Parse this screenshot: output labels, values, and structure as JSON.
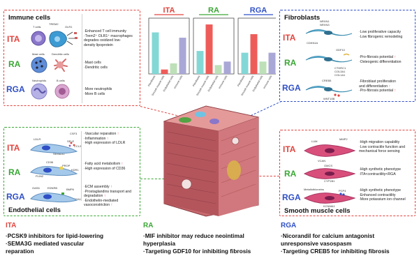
{
  "chart": {
    "groups": [
      {
        "label": "ITA",
        "color": "#e0453f"
      },
      {
        "label": "RA",
        "color": "#3aa635"
      },
      {
        "label": "RGA",
        "color": "#2f4fc6"
      }
    ],
    "categories": [
      "Fibroblasts",
      "Smooth muscle cells",
      "Endothelial cells",
      "Immune cells"
    ],
    "colors": [
      "#83d8d6",
      "#ee5c59",
      "#bde0b8",
      "#a9a7d6"
    ],
    "values": [
      [
        47,
        5,
        12,
        41
      ],
      [
        26,
        56,
        10,
        14
      ],
      [
        24,
        45,
        14,
        24
      ]
    ],
    "ymax": 60
  },
  "immune": {
    "title": "Immune cells",
    "cells_top": [
      "T cells",
      "TREM2",
      "OLR1"
    ],
    "cells_mid": [
      "Mast cells",
      "Dendritic cells"
    ],
    "cells_bottom": [
      "Neutrophils",
      "B cells"
    ],
    "ita": [
      "·Enhanced T cell immunity",
      "·Trem2⁺ OLR1⁺ macrophages",
      " degrades oxidized low-",
      " density lipoprotein"
    ],
    "ra": [
      "·Mast cells",
      "·Dendritic cells"
    ],
    "rga": [
      "·More neutrophils",
      "·More B cells"
    ]
  },
  "fibro": {
    "title": "Fibroblasts",
    "genes_ita": [
      "NRXN1",
      "NRXN3",
      "CDKN1A"
    ],
    "genes_ra": [
      "GDF10",
      "CTHRC1",
      "COL3A1",
      "COL1A1"
    ],
    "genes_rga": [
      "CREB5",
      "WNT10B"
    ],
    "ita": [
      "·Low proliferative capacity",
      "·Low fibrogenic remodeling"
    ],
    "ra": [
      "·Pro-fibrosis potential",
      "·Osteogenic differentiation"
    ],
    "rga": [
      "·Fibroblast proliferation",
      " and differentiation",
      "·Pro-fibrosis potential"
    ]
  },
  "endo": {
    "title": "Endothelial cells",
    "genes_ita": [
      "LDLR",
      "CSF3",
      "SELE",
      "CCL2",
      "SEMA3G"
    ],
    "genes_ra": [
      "CD36",
      "PROP",
      "PLIN2",
      "KDR1"
    ],
    "genes_rga": [
      "GAS6",
      "EDNRB",
      "BMP6",
      "SLCO2A1"
    ],
    "ita": [
      "·Vascular reparation",
      "·Inflammation",
      "·High expression of LDLR"
    ],
    "ra": [
      "·Fatty acid metabolism",
      "·High expression of CD36"
    ],
    "rga": [
      "·ECM assembly",
      "·Prostaglandins transport and",
      " degradation",
      "·Endothelin-mediated",
      " vasoconstriction"
    ]
  },
  "smc": {
    "title": "Smooth muscle cells",
    "genes_ita": [
      "LUM",
      "MMP2",
      "VCAN"
    ],
    "genes_ra": [
      "GMCS",
      "CYP1B1"
    ],
    "genes_rga": [
      "Metallothioneins",
      "PCP4",
      "KCNMA1"
    ],
    "ita": [
      "·High migration capability",
      "·Low contractile function and",
      " mechanical force sensing"
    ],
    "ra": [
      "·High synthetic phenotype",
      "·ITA<contractility<RGA"
    ],
    "rga": [
      "·High synthetic phenotype",
      "·Enhanced contractility",
      "·More potassium ion channel"
    ]
  },
  "bottom": {
    "ita": {
      "hdr": "ITA",
      "items": [
        "·PCSK9 inhibitors for lipid-lowering",
        "·SEMA3G mediated vascular",
        " reparation"
      ]
    },
    "ra": {
      "hdr": "RA",
      "items": [
        "·MIF inhibitor may reduce neointimal",
        " hyperplasia",
        "·Targeting GDF10 for inhibiting fibrosis"
      ]
    },
    "rga": {
      "hdr": "RGA",
      "items": [
        "·Nicorandil for calcium antagonist",
        " unresponsive vasospasm",
        "·Targeting CREB5 for inhibiting fibrosis"
      ]
    }
  },
  "row_labels": {
    "ita": "ITA",
    "ra": "RA",
    "rga": "RGA"
  }
}
